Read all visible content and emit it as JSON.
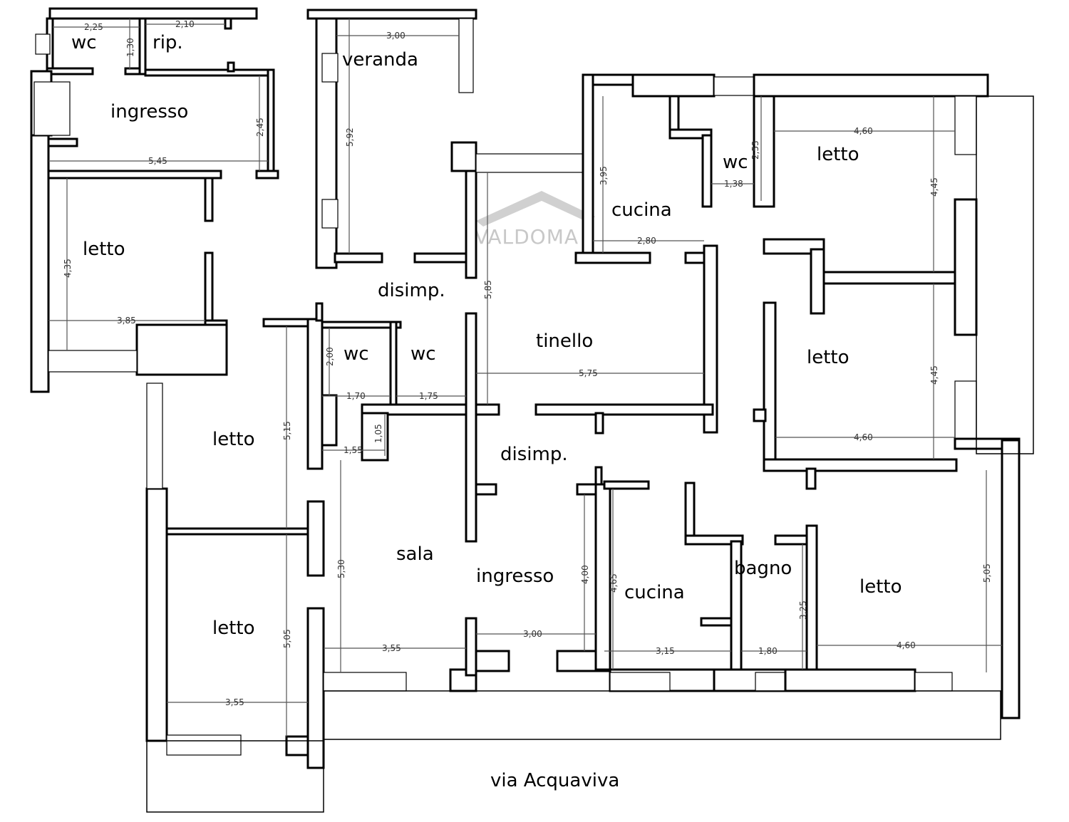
{
  "watermark": "VALDOMA",
  "street": "via Acquaviva",
  "rooms": [
    {
      "label": "wc"
    },
    {
      "label": "rip."
    },
    {
      "label": "ingresso"
    },
    {
      "label": "veranda"
    },
    {
      "label": "letto"
    },
    {
      "label": "disimp."
    },
    {
      "label": "wc"
    },
    {
      "label": "wc"
    },
    {
      "label": "letto"
    },
    {
      "label": "letto"
    },
    {
      "label": "sala"
    },
    {
      "label": "ingresso"
    },
    {
      "label": "tinello"
    },
    {
      "label": "disimp."
    },
    {
      "label": "cucina"
    },
    {
      "label": "wc"
    },
    {
      "label": "letto"
    },
    {
      "label": "letto"
    },
    {
      "label": "cucina"
    },
    {
      "label": "bagno"
    },
    {
      "label": "letto"
    }
  ],
  "dimensions": [
    {
      "text": "2,25"
    },
    {
      "text": "2,10"
    },
    {
      "text": "1,30"
    },
    {
      "text": "3,00"
    },
    {
      "text": "2,45"
    },
    {
      "text": "5,45"
    },
    {
      "text": "5,92"
    },
    {
      "text": "4,35"
    },
    {
      "text": "3,85"
    },
    {
      "text": "5,85"
    },
    {
      "text": "3,95"
    },
    {
      "text": "2,53"
    },
    {
      "text": "4,60"
    },
    {
      "text": "1,38"
    },
    {
      "text": "4,45"
    },
    {
      "text": "2,80"
    },
    {
      "text": "5,75"
    },
    {
      "text": "2,00"
    },
    {
      "text": "1,70"
    },
    {
      "text": "1,75"
    },
    {
      "text": "5,15"
    },
    {
      "text": "1,05"
    },
    {
      "text": "1,55"
    },
    {
      "text": "4,45"
    },
    {
      "text": "4,60"
    },
    {
      "text": "5,30"
    },
    {
      "text": "4,00"
    },
    {
      "text": "4,65"
    },
    {
      "text": "3,25"
    },
    {
      "text": "5,05"
    },
    {
      "text": "3,55"
    },
    {
      "text": "3,00"
    },
    {
      "text": "3,15"
    },
    {
      "text": "1,80"
    },
    {
      "text": "4,60"
    },
    {
      "text": "5,05"
    },
    {
      "text": "3,55"
    }
  ]
}
